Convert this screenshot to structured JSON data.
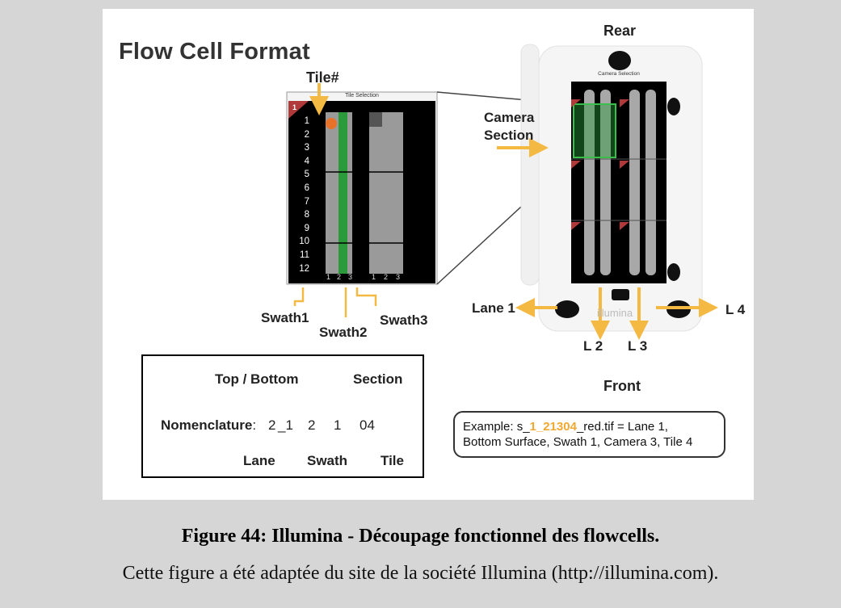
{
  "diagram": {
    "title": "Flow Cell Format",
    "tile_label": "Tile#",
    "tile_selection_caption": "Tile Selection",
    "camera_selection_caption": "Camera Selection",
    "tile_numbers": [
      "1",
      "2",
      "3",
      "4",
      "5",
      "6",
      "7",
      "8",
      "9",
      "10",
      "11",
      "12"
    ],
    "swath_ticks": [
      "1",
      "2",
      "3",
      "1",
      "2",
      "3"
    ],
    "swath1": "Swath1",
    "swath2": "Swath2",
    "swath3": "Swath3",
    "rear": "Rear",
    "front": "Front",
    "camera_section": [
      "Camera",
      "Section"
    ],
    "lane1": "Lane 1",
    "l2": "L 2",
    "l3": "L 3",
    "l4": "L 4",
    "brand": "illumina",
    "badge_1": "1",
    "nomenclature": {
      "top_bottom": "Top / Bottom",
      "section": "Section",
      "label": "Nomenclature",
      "colon": ":",
      "digits": [
        "2",
        "_1",
        "2",
        "1",
        "04"
      ],
      "lane": "Lane",
      "swath": "Swath",
      "tile": "Tile"
    },
    "example": {
      "prefix": "Example: s_",
      "highlight": "1_21304",
      "suffix": "_red.tif = Lane 1,",
      "line2": "Bottom Surface, Swath 1, Camera 3, Tile 4"
    }
  },
  "caption": {
    "title": "Figure 44: Illumina - Découpage fonctionnel des flowcells.",
    "subtitle": "Cette figure a été adaptée du site de la société Illumina (http://illumina.com)."
  },
  "colors": {
    "arrow": "#f4b942",
    "lane_green": "#2a9a3a",
    "badge_red": "#b03a3a",
    "background": "#d6d6d6"
  }
}
